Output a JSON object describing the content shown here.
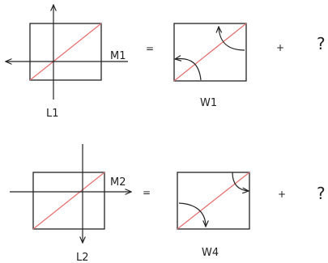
{
  "row1": {
    "left_label": "L1",
    "mid_label": "M1",
    "equals": "=",
    "result_label": "W1",
    "plus": "+",
    "unknown": "?"
  },
  "row2": {
    "left_label": "L2",
    "mid_label": "M2",
    "equals": "=",
    "result_label": "W4",
    "plus": "+",
    "unknown": "?"
  },
  "colors": {
    "line": "#222222",
    "diagonal": "#e57373"
  }
}
